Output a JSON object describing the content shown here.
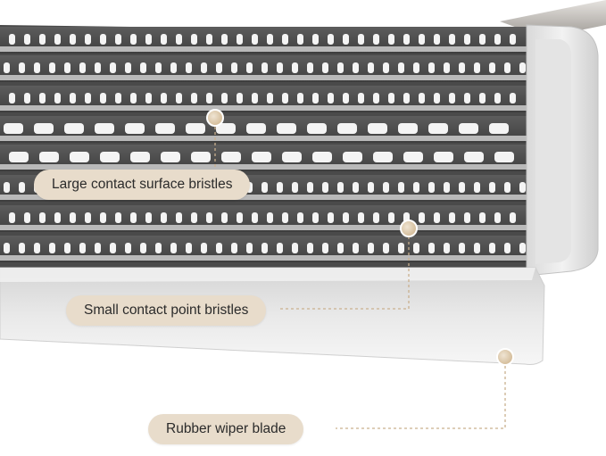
{
  "callouts": [
    {
      "label": "Large contact surface bristles"
    },
    {
      "label": "Small contact point bristles"
    },
    {
      "label": "Rubber wiper blade"
    }
  ],
  "colors": {
    "accent_dot": "#dbc7a8",
    "label_bg": "#e8dccb",
    "leader_line": "#c9b08e"
  }
}
